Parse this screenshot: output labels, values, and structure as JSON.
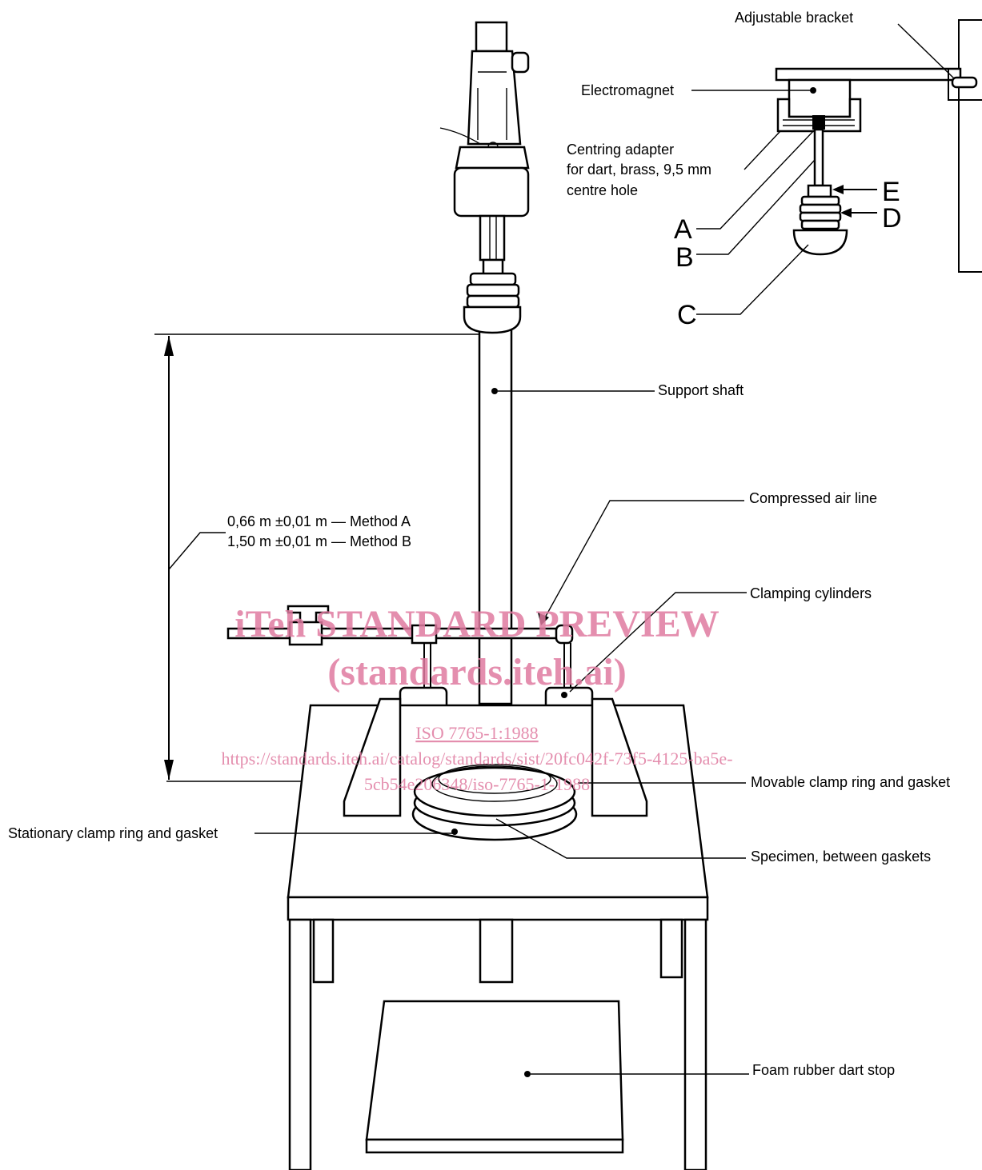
{
  "labels": {
    "adjustable_bracket": "Adjustable bracket",
    "electromagnet": "Electromagnet",
    "centring_adapter_1": "Centring adapter",
    "centring_adapter_2": "for dart, brass, 9,5 mm",
    "centring_adapter_3": "centre hole",
    "A": "A",
    "B": "B",
    "C": "C",
    "D": "D",
    "E": "E",
    "support_shaft": "Support shaft",
    "compressed_air_line": "Compressed air line",
    "method_a": "0,66 m  ±0,01 m  —  Method A",
    "method_b": "1,50 m  ±0,01 m  —  Method B",
    "clamping_cylinders": "Clamping cylinders",
    "movable_clamp_ring": "Movable clamp ring and gasket",
    "stationary_clamp_ring": "Stationary clamp ring and gasket",
    "specimen": "Specimen, between gaskets",
    "foam_rubber_dart_stop": "Foam rubber dart stop"
  },
  "watermark": {
    "title": "iTeh STANDARD PREVIEW",
    "subtitle": "(standards.iteh.ai)",
    "standard": "ISO 7765-1:1988",
    "url_line1": "https://standards.iteh.ai/catalog/standards/sist/20fc042f-73f5-4125-ba5e-",
    "url_line2": "5cb54e206348/iso-7765-1-1988",
    "color": "#e07ba0"
  }
}
